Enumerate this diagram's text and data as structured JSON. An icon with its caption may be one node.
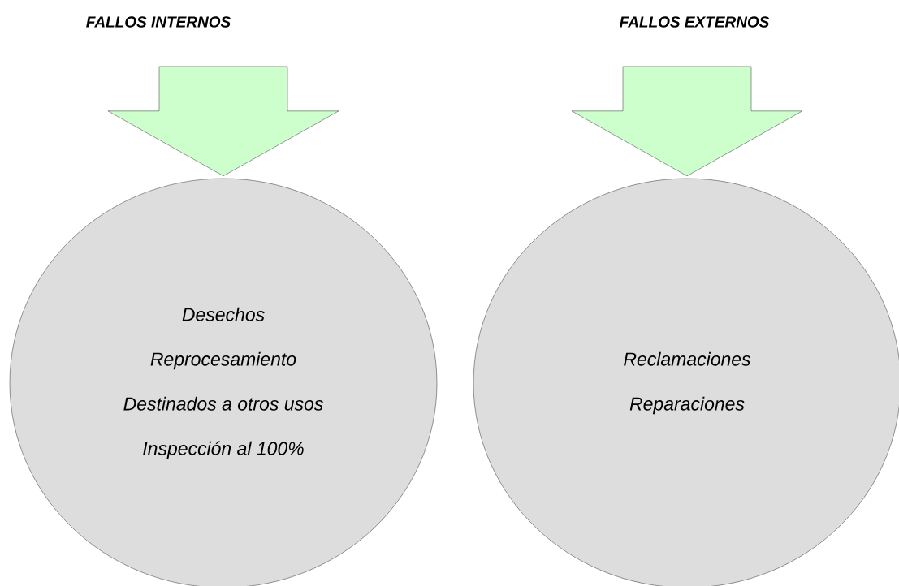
{
  "diagram": {
    "nodes": [
      {
        "text": [
          "FALLOS INTERNOS"
        ]
      },
      {
        "text": [
          "Desechos",
          "Reprocesamiento",
          "Destinados a otros usos",
          "Inspección al 100%"
        ]
      },
      {
        "text": [
          "FALLOS EXTERNOS"
        ]
      },
      {
        "text": [
          "Reclamaciones",
          "Reparaciones"
        ]
      }
    ],
    "edges": [
      {
        "from": 0,
        "to": 1,
        "arrow": "to"
      },
      {
        "from": 2,
        "to": 3,
        "arrow": "to"
      }
    ]
  }
}
